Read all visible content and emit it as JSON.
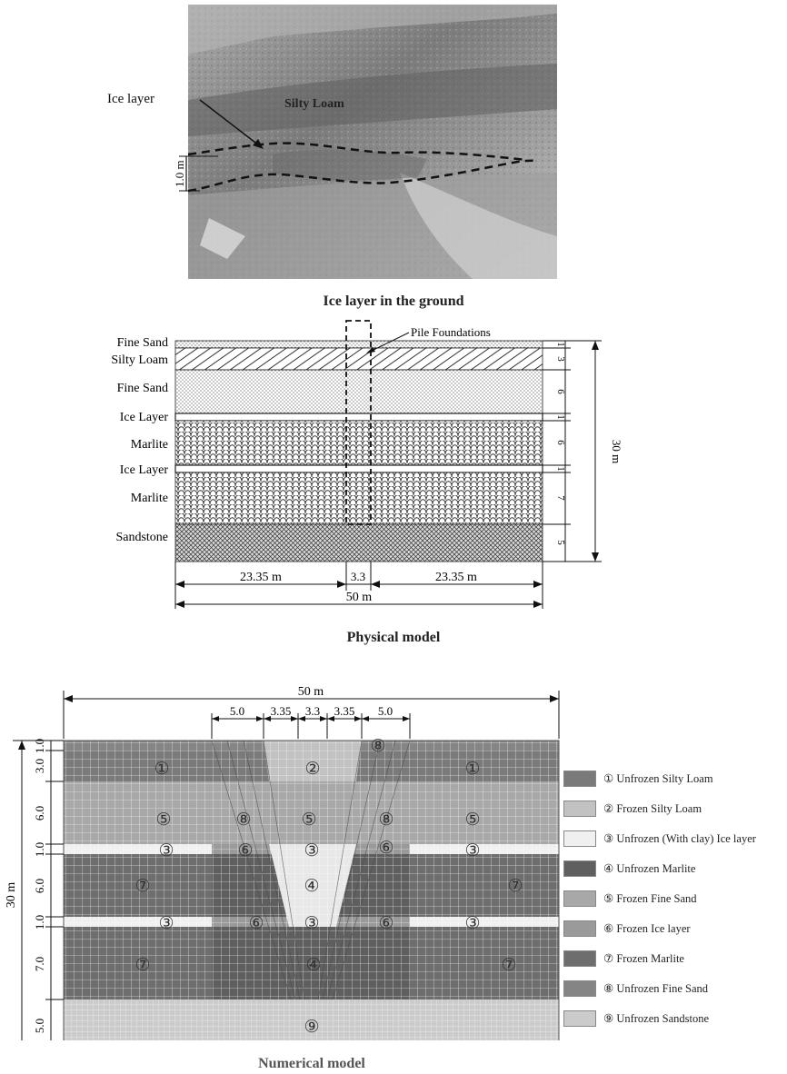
{
  "photo": {
    "ice_label": "Ice layer",
    "loam_label": "Silty Loam",
    "thickness_label": "1.0 m",
    "caption": "Ice layer in the ground"
  },
  "physical": {
    "pile_label": "Pile Foundations",
    "layers": [
      {
        "name": "Fine Sand",
        "thickness": "1"
      },
      {
        "name": "Silty Loam",
        "thickness": "3"
      },
      {
        "name": "Fine Sand",
        "thickness": "6"
      },
      {
        "name": "Ice Layer",
        "thickness": "1"
      },
      {
        "name": "Marlite",
        "thickness": "6"
      },
      {
        "name": "Ice Layer",
        "thickness": "1"
      },
      {
        "name": "Marlite",
        "thickness": "7"
      },
      {
        "name": "Sandstone",
        "thickness": "5"
      }
    ],
    "total_depth": "30 m",
    "dim_left": "23.35 m",
    "dim_mid": "3.3",
    "dim_right": "23.35 m",
    "dim_total": "50 m",
    "caption": "Physical model"
  },
  "numerical": {
    "top_width": "50 m",
    "top_dims": [
      "5.0",
      "3.35",
      "3.3",
      "3.35",
      "5.0"
    ],
    "left_depth": "30 m",
    "left_dims": [
      "1.0",
      "3.0",
      "6.0",
      "1.0",
      "6.0",
      "1.0",
      "7.0",
      "5.0"
    ],
    "circle_labels": {
      "c1": "①",
      "c2": "②",
      "c3": "③",
      "c4": "④",
      "c5": "⑤",
      "c6": "⑥",
      "c7": "⑦",
      "c8": "⑧",
      "c9": "⑨"
    },
    "caption": "Numerical model"
  },
  "legend": [
    {
      "label": "① Unfrozen Silty Loam",
      "color": "#7a7a7a"
    },
    {
      "label": "② Frozen Silty Loam",
      "color": "#c2c2c2"
    },
    {
      "label": "③ Unfrozen (With clay) Ice layer",
      "color": "#f0f0f0"
    },
    {
      "label": "④ Unfrozen Marlite",
      "color": "#5f5f5f"
    },
    {
      "label": "⑤ Frozen Fine Sand",
      "color": "#a8a8a8"
    },
    {
      "label": "⑥ Frozen Ice layer",
      "color": "#9a9a9a"
    },
    {
      "label": "⑦ Frozen Marlite",
      "color": "#6e6e6e"
    },
    {
      "label": "⑧ Unfrozen Fine Sand",
      "color": "#858585"
    },
    {
      "label": "⑨ Unfrozen Sandstone",
      "color": "#cbcbcb"
    }
  ]
}
